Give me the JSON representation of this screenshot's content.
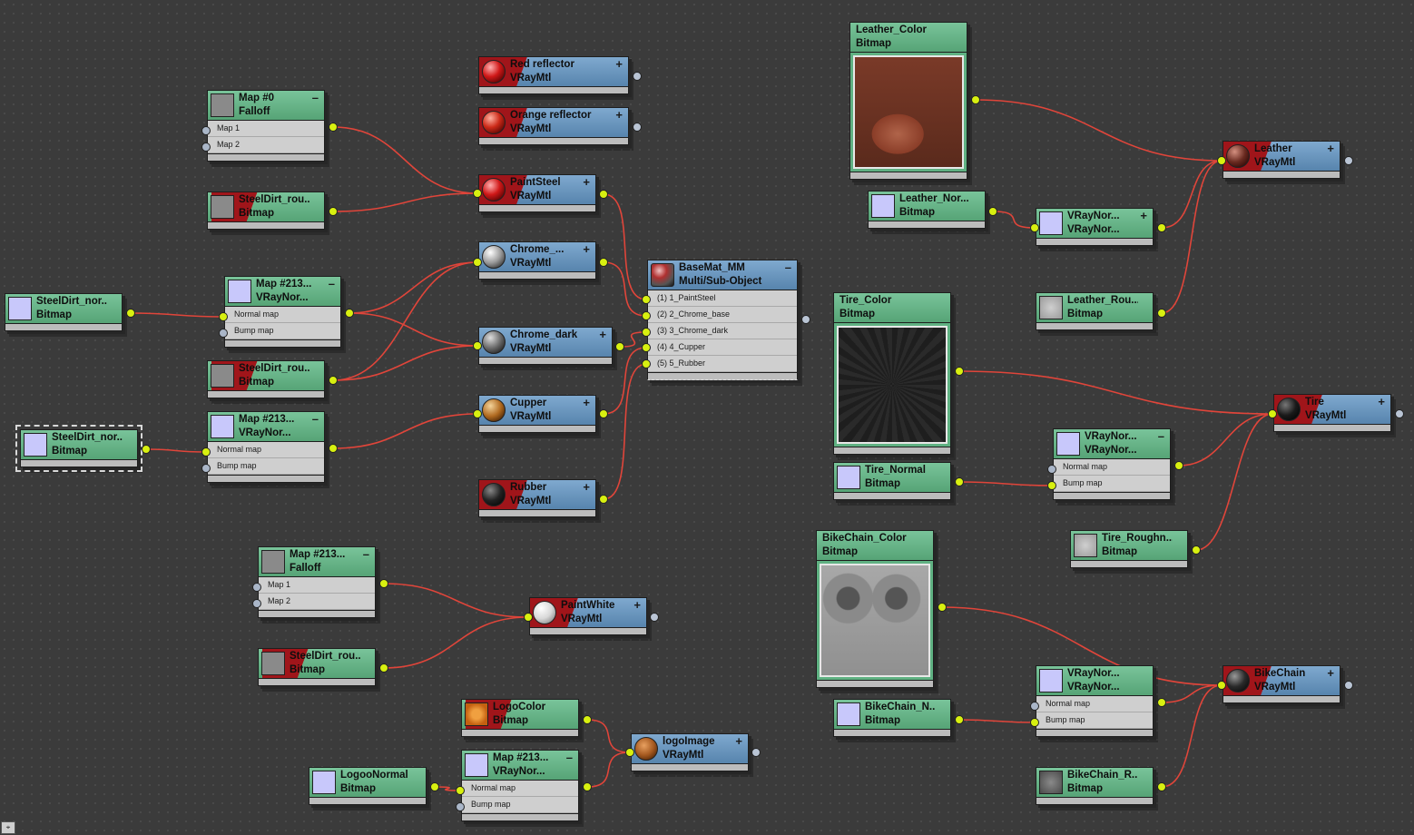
{
  "editor": "Slate Material Editor view",
  "colors": {
    "map_header": "#5fb182",
    "material_header": "#6a96c0",
    "wire": "#e0453a",
    "error": "#a0151a",
    "output_port": "#d8f010"
  },
  "nodes": {
    "map0": {
      "name": "Map #0",
      "type": "Falloff",
      "slots": [
        "Map 1",
        "Map 2"
      ]
    },
    "sdr1": {
      "name": "SteelDirt_rou...",
      "type": "Bitmap"
    },
    "sdn1": {
      "name": "SteelDirt_nor...",
      "type": "Bitmap"
    },
    "vn1": {
      "name": "Map #213...",
      "type": "VRayNor...",
      "slots": [
        "Normal map",
        "Bump map"
      ]
    },
    "sdr2": {
      "name": "SteelDirt_rou...",
      "type": "Bitmap"
    },
    "sdn2": {
      "name": "SteelDirt_nor...",
      "type": "Bitmap"
    },
    "vn2": {
      "name": "Map #213...",
      "type": "VRayNor...",
      "slots": [
        "Normal map",
        "Bump map"
      ]
    },
    "redref": {
      "name": "Red reflector",
      "type": "VRayMtl"
    },
    "orangeref": {
      "name": "Orange reflector",
      "type": "VRayMtl"
    },
    "paintsteel": {
      "name": "PaintSteel",
      "type": "VRayMtl"
    },
    "chromebase": {
      "name": "Chrome_...",
      "type": "VRayMtl"
    },
    "chromedark": {
      "name": "Chrome_dark",
      "type": "VRayMtl"
    },
    "cupper": {
      "name": "Cupper",
      "type": "VRayMtl"
    },
    "rubber": {
      "name": "Rubber",
      "type": "VRayMtl"
    },
    "basemat": {
      "name": "BaseMat_MM",
      "type": "Multi/Sub-Object",
      "slots": [
        "(1) 1_PaintSteel",
        "(2) 2_Chrome_base",
        "(3) 3_Chrome_dark",
        "(4) 4_Cupper",
        "(5) 5_Rubber"
      ]
    },
    "falloff2": {
      "name": "Map #213...",
      "type": "Falloff",
      "slots": [
        "Map 1",
        "Map 2"
      ]
    },
    "sdr3": {
      "name": "SteelDirt_rou...",
      "type": "Bitmap"
    },
    "paintwhite": {
      "name": "PaintWhite",
      "type": "VRayMtl"
    },
    "logocolor": {
      "name": "LogoColor",
      "type": "Bitmap"
    },
    "vn3": {
      "name": "Map #213...",
      "type": "VRayNor...",
      "slots": [
        "Normal map",
        "Bump map"
      ]
    },
    "logonormal": {
      "name": "LogooNormal",
      "type": "Bitmap"
    },
    "logoimage": {
      "name": "logoImage",
      "type": "VRayMtl"
    },
    "leathercolor": {
      "name": "Leather_Color",
      "type": "Bitmap"
    },
    "leathernor": {
      "name": "Leather_Nor...",
      "type": "Bitmap"
    },
    "vnleather": {
      "name": "VRayNor...",
      "type": "VRayNor..."
    },
    "leatherrou": {
      "name": "Leather_Rou...",
      "type": "Bitmap"
    },
    "leather": {
      "name": "Leather",
      "type": "VRayMtl"
    },
    "tirecolor": {
      "name": "Tire_Color",
      "type": "Bitmap"
    },
    "tirenormal": {
      "name": "Tire_Normal",
      "type": "Bitmap"
    },
    "vntire": {
      "name": "VRayNor...",
      "type": "VRayNor...",
      "slots": [
        "Normal map",
        "Bump map"
      ]
    },
    "tirerough": {
      "name": "Tire_Roughn...",
      "type": "Bitmap"
    },
    "tire": {
      "name": "Tire",
      "type": "VRayMtl"
    },
    "chaincolor": {
      "name": "BikeChain_Color",
      "type": "Bitmap"
    },
    "chainnormal": {
      "name": "BikeChain_N...",
      "type": "Bitmap"
    },
    "vnchain": {
      "name": "VRayNor...",
      "type": "VRayNor...",
      "slots": [
        "Normal map",
        "Bump map"
      ]
    },
    "chainrough": {
      "name": "BikeChain_R...",
      "type": "Bitmap"
    },
    "bikechain": {
      "name": "BikeChain",
      "type": "VRayMtl"
    }
  }
}
